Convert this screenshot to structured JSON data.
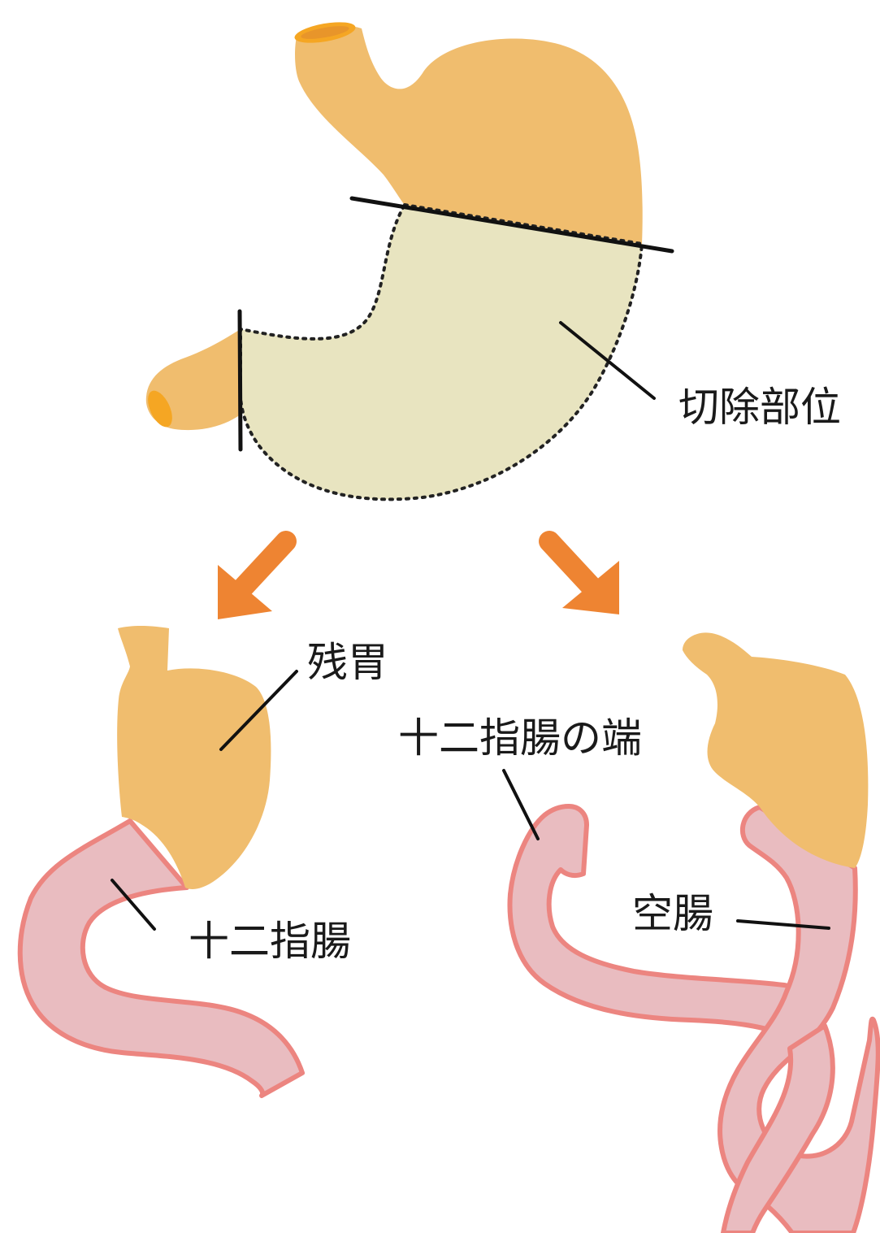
{
  "labels": {
    "resection_site": "切除部位",
    "remnant_stomach": "残胃",
    "duodenum": "十二指腸",
    "duodenal_stump": "十二指腸の端",
    "jejunum": "空腸"
  },
  "colors": {
    "stomach": "#f0bd6e",
    "stomach_opening": "#f5a623",
    "resected_area": "#e8e4c0",
    "intestine_fill": "#e9bcc0",
    "intestine_outline": "#ec8580",
    "arrow": "#ee8432",
    "line": "#1a1a1a"
  }
}
